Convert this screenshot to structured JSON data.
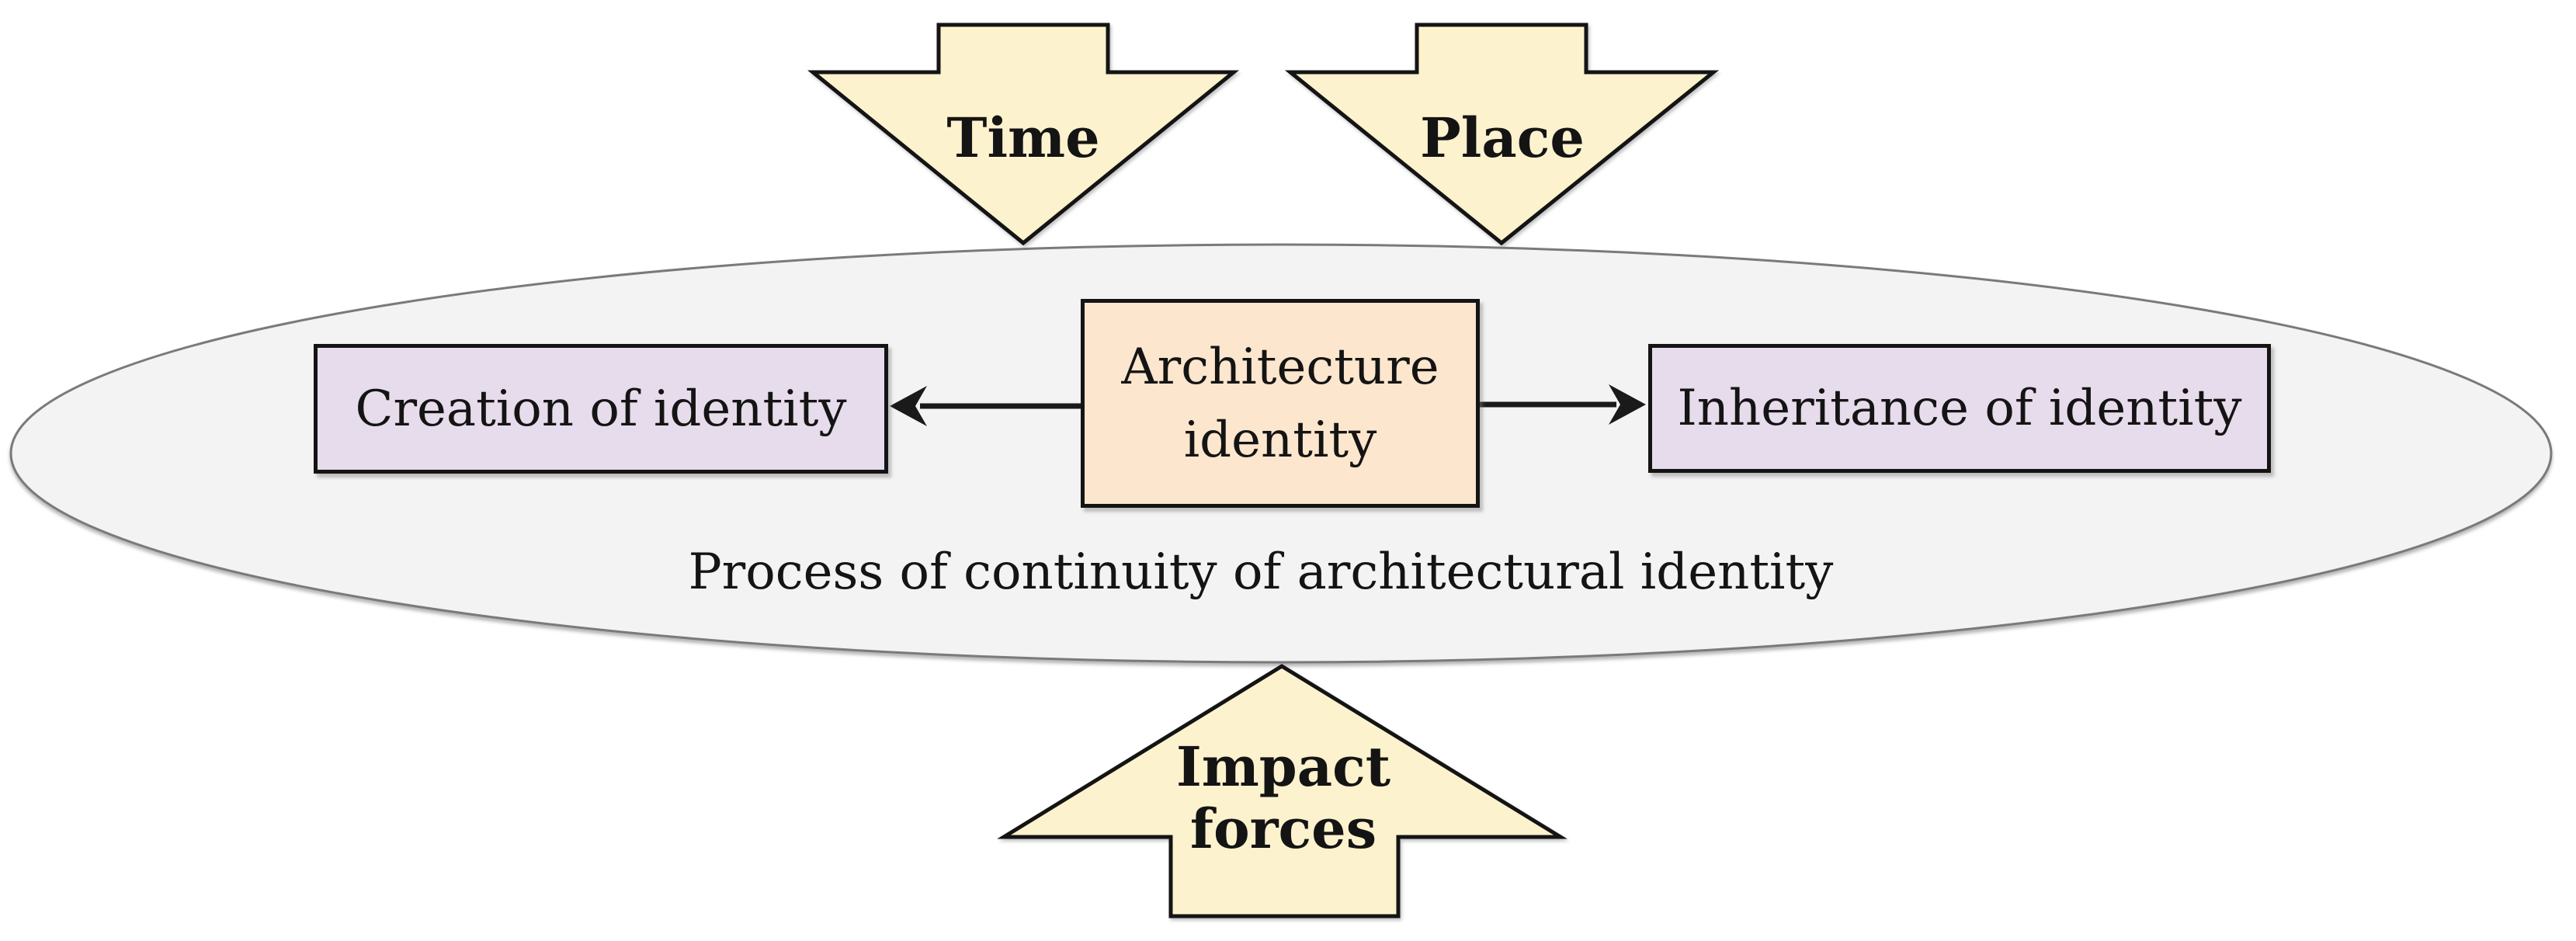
{
  "diagram": {
    "top_arrows": [
      {
        "label": "Time"
      },
      {
        "label": "Place"
      }
    ],
    "bottom_arrow": {
      "label": "Impact forces",
      "lines": [
        "Impact",
        "forces"
      ]
    },
    "ellipse": {
      "caption": "Process of continuity of architectural identity"
    },
    "boxes": {
      "center": {
        "lines": [
          "Architecture",
          "identity"
        ]
      },
      "left": {
        "label": "Creation of identity"
      },
      "right": {
        "label": "Inheritance of identity"
      }
    },
    "colors": {
      "arrow_fill": "#FDF2CE",
      "arrow_outline": "#141414",
      "center_box_fill": "#FCE6CE",
      "side_box_fill": "#E7DCEB",
      "ellipse_fill": "#F3F3F3",
      "ellipse_border": "#7A7A7A",
      "connector": "#1A1A1A"
    }
  }
}
